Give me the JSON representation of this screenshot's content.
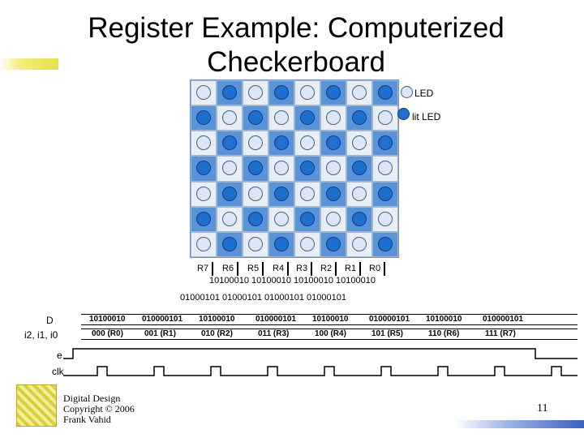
{
  "title": "Register Example: Computerized Checkerboard",
  "legend": {
    "led": "LED",
    "lit_led": "lit LED"
  },
  "board": {
    "rows": [
      [
        0,
        1,
        0,
        1,
        0,
        1,
        0,
        1
      ],
      [
        1,
        0,
        1,
        0,
        1,
        0,
        1,
        0
      ],
      [
        0,
        1,
        0,
        1,
        0,
        1,
        0,
        1
      ],
      [
        1,
        0,
        1,
        0,
        1,
        0,
        1,
        0
      ],
      [
        0,
        1,
        0,
        1,
        0,
        1,
        0,
        1
      ],
      [
        1,
        0,
        1,
        0,
        1,
        0,
        1,
        0
      ],
      [
        0,
        1,
        0,
        1,
        0,
        1,
        0,
        1
      ]
    ],
    "colors": {
      "dark_square": "#5a93d6",
      "light_square": "#e9eef4",
      "lit_led": "#1f6fd1",
      "unlit_led": "#dbe7f6"
    }
  },
  "registers": {
    "labels": [
      "R7",
      "R6",
      "R5",
      "R4",
      "R3",
      "R2",
      "R1",
      "R0"
    ],
    "values_top": [
      "10100010",
      "10100010",
      "10100010",
      "10100010"
    ],
    "values_bottom": [
      "01000101",
      "01000101",
      "01000101",
      "01000101"
    ]
  },
  "timing": {
    "d_label": "D",
    "i_label": "i2, i1, i0",
    "e_label": "e",
    "clk_label": "clk",
    "d_values": [
      "10100010",
      "010000101",
      "10100010",
      "010000101",
      "10100010",
      "010000101",
      "10100010",
      "010000101"
    ],
    "i_values": [
      "000 (R0)",
      "001 (R1)",
      "010 (R2)",
      "011 (R3)",
      "100 (R4)",
      "101 (R5)",
      "110 (R6)",
      "111 (R7)"
    ]
  },
  "footer": {
    "line1": "Digital Design",
    "line2": "Copyright © 2006",
    "line3": "Frank Vahid",
    "page": "11"
  }
}
